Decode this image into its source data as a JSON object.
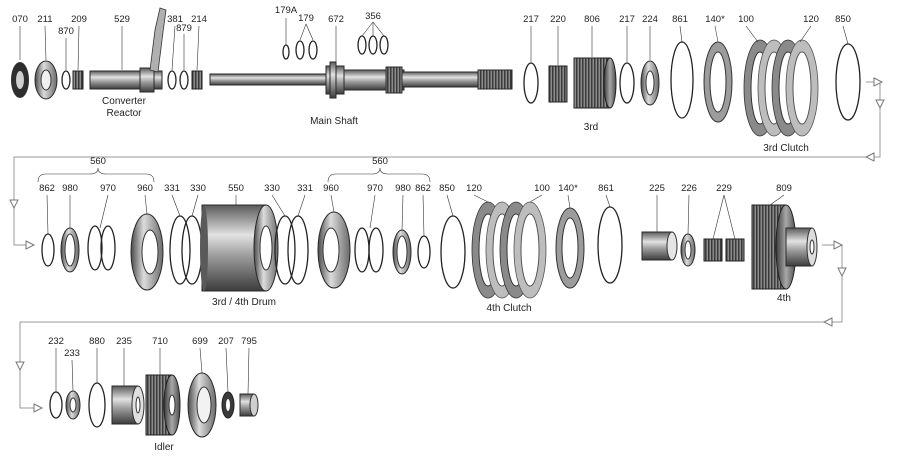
{
  "part_numbers": {
    "row1": [
      "070",
      "211",
      "870",
      "209",
      "529",
      "381",
      "879",
      "214",
      "179A",
      "179",
      "672",
      "356",
      "217",
      "220",
      "806",
      "217",
      "224",
      "861",
      "140*",
      "100",
      "120",
      "850"
    ],
    "row2": [
      "560",
      "862",
      "980",
      "970",
      "960",
      "331",
      "330",
      "550",
      "330",
      "331",
      "560",
      "960",
      "970",
      "980",
      "862",
      "850",
      "120",
      "100",
      "140*",
      "861",
      "225",
      "226",
      "229",
      "809"
    ],
    "row3": [
      "232",
      "233",
      "880",
      "235",
      "710",
      "699",
      "207",
      "795"
    ]
  },
  "captions": {
    "converter": "Converter",
    "reactor": "Reactor",
    "main_shaft": "Main Shaft",
    "third": "3rd",
    "third_clutch": "3rd Clutch",
    "drum": "3rd / 4th Drum",
    "fourth_clutch": "4th Clutch",
    "fourth": "4th",
    "idler": "Idler"
  },
  "colors": {
    "flow_line": "#9a9a9a",
    "metal_dark": "#3a3a3a",
    "metal_mid": "#8c8c8c",
    "metal_light": "#d4d4d4"
  }
}
